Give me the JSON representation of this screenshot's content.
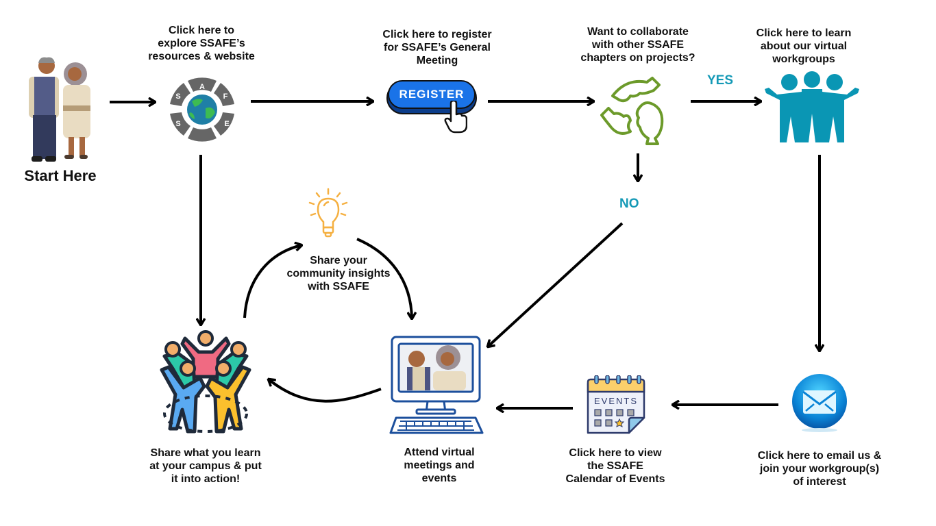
{
  "colors": {
    "decision_tag": "#1499b6",
    "arrow": "#000000",
    "register_button": "#1a73e8",
    "workgroup_people": "#0a96b4",
    "puzzle_green": "#6c9a2a",
    "bulb_orange": "#f5b041"
  },
  "nodes": {
    "start": {
      "label": "Start Here",
      "icon": "elderly-couple-icon"
    },
    "explore": {
      "label": "Click here to\nexplore SSAFE’s\nresources & website",
      "icon": "ssafe-logo-icon",
      "logo_letters": [
        "S",
        "A",
        "F",
        "S",
        "E"
      ]
    },
    "register": {
      "label": "Click here to register\nfor SSAFE’s General\nMeeting",
      "button_text": "REGISTER",
      "icon": "hand-cursor-icon"
    },
    "collaborate": {
      "label": "Want to collaborate\nwith other SSAFE\nchapters on projects?",
      "icon": "puzzle-hands-icon"
    },
    "workgroups": {
      "label": "Click here to learn\nabout our virtual\nworkgroups",
      "icon": "group-people-icon"
    },
    "email": {
      "label": "Click here to email us &\njoin your workgroup(s)\nof interest",
      "icon": "envelope-icon"
    },
    "calendar": {
      "label": "Click here to view\nthe SSAFE\nCalendar of Events",
      "icon": "calendar-icon",
      "calendar_text": "EVENTS"
    },
    "attend": {
      "label": "Attend virtual\nmeetings and\nevents",
      "icon": "computer-icon"
    },
    "share_learn": {
      "label": "Share what you learn\nat your campus & put\nit into action!",
      "icon": "team-cheer-icon"
    },
    "insights": {
      "label": "Share your\ncommunity insights\nwith SSAFE",
      "icon": "lightbulb-icon"
    }
  },
  "decisions": {
    "yes": "YES",
    "no": "NO"
  }
}
